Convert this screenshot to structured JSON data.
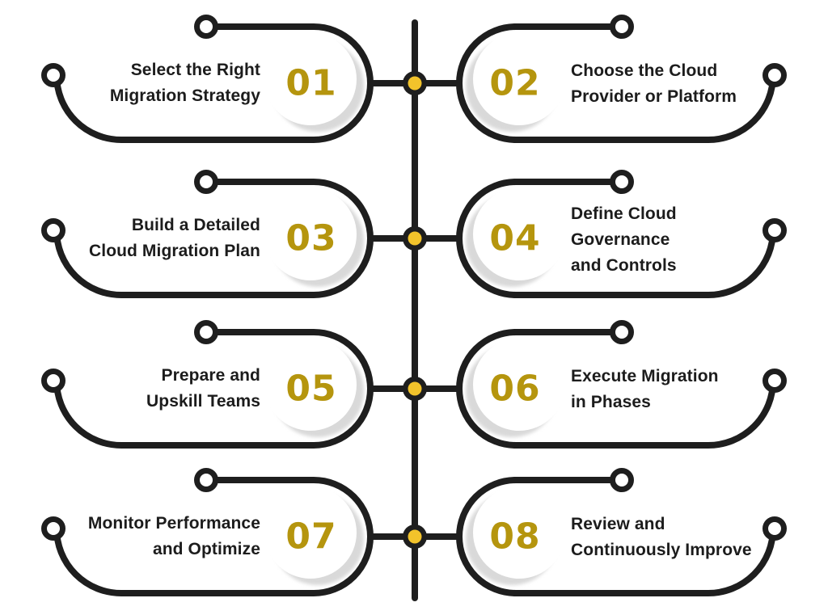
{
  "colors": {
    "line": "#1e1e1e",
    "text": "#1c1c1c",
    "number": "#b5950e",
    "dot": "#f2c32b",
    "shadow": "#d9d9d9",
    "background": "#ffffff"
  },
  "steps": [
    {
      "number": "01",
      "side": "left",
      "lines": [
        "Select the Right",
        "Migration Strategy"
      ]
    },
    {
      "number": "02",
      "side": "right",
      "lines": [
        "Choose the Cloud",
        "Provider or Platform"
      ]
    },
    {
      "number": "03",
      "side": "left",
      "lines": [
        "Build a Detailed",
        "Cloud Migration Plan"
      ]
    },
    {
      "number": "04",
      "side": "right",
      "lines": [
        "Define Cloud",
        "Governance",
        "and Controls"
      ]
    },
    {
      "number": "05",
      "side": "left",
      "lines": [
        "Prepare and",
        "Upskill Teams"
      ]
    },
    {
      "number": "06",
      "side": "right",
      "lines": [
        "Execute Migration",
        "in Phases"
      ]
    },
    {
      "number": "07",
      "side": "left",
      "lines": [
        "Monitor Performance",
        "and Optimize"
      ]
    },
    {
      "number": "08",
      "side": "right",
      "lines": [
        "Review and",
        "Continuously Improve"
      ]
    }
  ]
}
